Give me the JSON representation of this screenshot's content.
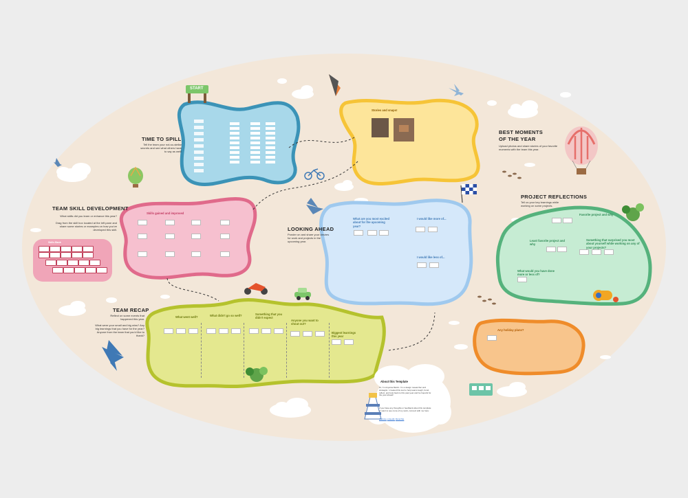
{
  "sections": {
    "time_to_spill": {
      "title": "TIME TO SPILL",
      "desc": "Tell the team your not-so-stellar secrets and see what others have to say as well!",
      "sign": "START"
    },
    "best_moments": {
      "title": "BEST MOMENTS",
      "title2": "OF THE YEAR",
      "desc": "Upload photos and share stories of your favorite moments with the team this year.",
      "card": "Stories and snaps!"
    },
    "team_skill": {
      "title": "TEAM SKILL DEVELOPMENT",
      "desc1": "What skills did you learn or enhance this year?",
      "desc2": "Drag from the skill box located at the left pane and share some stories or examples on how you've developed this skill.",
      "card": "Skills gained and improved",
      "box_label": "Skills Bank"
    },
    "looking_ahead": {
      "title": "LOOKING AHEAD",
      "desc": "Ponder on and share your desires for work and projects in the upcoming year.",
      "q1": "What are you most excited about for the upcoming year?",
      "q2": "I would like more of...",
      "q3": "I would like less of..."
    },
    "project_reflections": {
      "title": "PROJECT REFLECTIONS",
      "desc": "Tell us your key learnings while working on some projects.",
      "q1": "Favorite project and why",
      "q2": "Least favorite project and why",
      "q3": "Something that surprised you most about yourself while working on any of your projects?",
      "q4": "What would you have done more or less of?"
    },
    "team_recap": {
      "title": "TEAM RECAP",
      "desc1": "Reflect on some events that happened this year.",
      "desc2": "What were your small and big wins? Any big learnings that you have for the year? Anyone from the team that you'd like to thank?",
      "c1": "What went well?",
      "c2": "What didn't go so well?",
      "c3": "Something that you didn't expect",
      "c4": "Anyone you want to shout out?",
      "c5": "Biggest learnings this year"
    },
    "holiday": {
      "card": "Any holiday plans?"
    },
    "about": {
      "title": "About this Template",
      "p1": "Hi, I'm Anyama Martin. I'm a design researcher and strategist. I created this tool to help teams laugh, bond, reflect, and look back to this past year and be hopeful for the year ahead!",
      "p2": "If you have any thoughts or feedback about this template or want to see more of my work, connect with me here:",
      "links": [
        "Website",
        "LinkedIn",
        "Mural Me"
      ]
    }
  },
  "colors": {
    "background": "#ededed",
    "board": "#f3e7d9",
    "spill_blue": "#a8d8ea",
    "spill_stroke": "#3b93b7",
    "moments_yellow": "#fde59a",
    "moments_stroke": "#f6c437",
    "skill_pink": "#f6c0cf",
    "skill_stroke": "#e06a8b",
    "ahead_blue": "#d5e8fa",
    "ahead_stroke": "#9fc9ee",
    "reflect_green": "#c6ecd3",
    "reflect_stroke": "#55b27c",
    "recap_lime": "#e4e88f",
    "recap_stroke": "#b5c22d",
    "holiday_orange": "#f8c58c",
    "holiday_stroke": "#ef8c2a"
  },
  "icons": [
    "cloud-icon",
    "kite-icon",
    "airplane-icon",
    "hot-air-balloon-icon",
    "bicycle-icon",
    "bird-icon",
    "car-icon",
    "motorcycle-icon",
    "finish-flag-icon",
    "rocket-icon",
    "bus-icon",
    "lighthouse-icon",
    "plant-icon",
    "footprints-icon"
  ]
}
